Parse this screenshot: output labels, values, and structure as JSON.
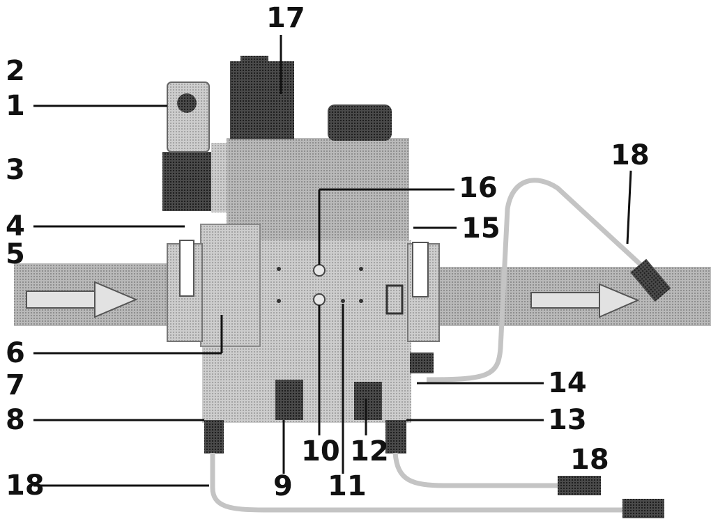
{
  "labels": {
    "n1": "1",
    "n2": "2",
    "n3": "3",
    "n4": "4",
    "n5": "5",
    "n6": "6",
    "n7": "7",
    "n8": "8",
    "n9": "9",
    "n10": "10",
    "n11": "11",
    "n12": "12",
    "n13": "13",
    "n14": "14",
    "n15": "15",
    "n16": "16",
    "n17": "17",
    "n18_right": "18",
    "n18_bottom_right": "18",
    "n18_left": "18"
  },
  "colors": {
    "pipe": "#a9a9a9",
    "body": "#b5b5b5",
    "body_dark": "#9a9a9a",
    "coil": "#3a3a3a",
    "arrow": "#d6d6d6",
    "leader": "#111111",
    "hose": "#bdbdbd"
  }
}
